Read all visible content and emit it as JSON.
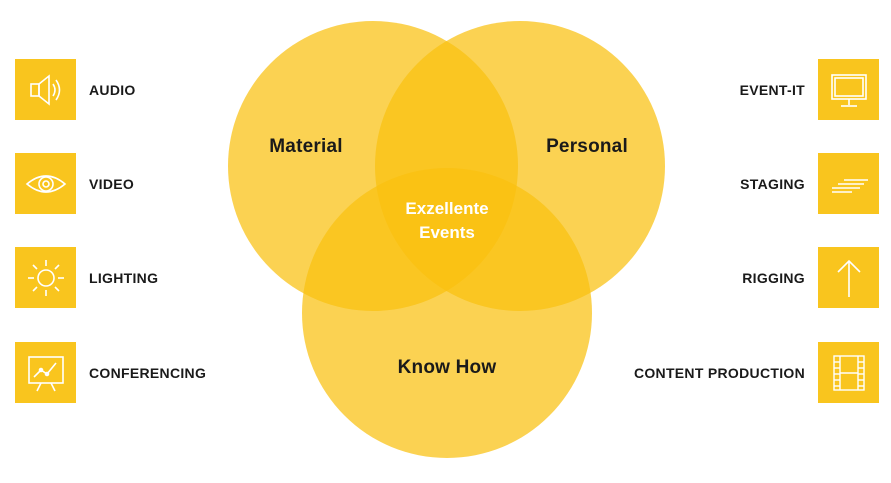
{
  "colors": {
    "circle_fill": "#f9c10f",
    "icon_box": "#f9c51e",
    "label_text": "#1a1a1a",
    "center_text": "#ffffff"
  },
  "venn": {
    "circles": [
      {
        "label": "Material"
      },
      {
        "label": "Personal"
      },
      {
        "label": "Know How"
      }
    ],
    "center": {
      "line1": "Exzellente",
      "line2": "Events"
    }
  },
  "services_left": [
    {
      "label": "AUDIO",
      "icon": "speaker-icon"
    },
    {
      "label": "VIDEO",
      "icon": "eye-icon"
    },
    {
      "label": "LIGHTING",
      "icon": "sun-icon"
    },
    {
      "label": "CONFERENCING",
      "icon": "presentation-chart-icon"
    }
  ],
  "services_right": [
    {
      "label": "EVENT-IT",
      "icon": "monitor-icon"
    },
    {
      "label": "STAGING",
      "icon": "stage-lines-icon"
    },
    {
      "label": "RIGGING",
      "icon": "up-arrow-icon"
    },
    {
      "label": "CONTENT PRODUCTION",
      "icon": "film-strip-icon"
    }
  ]
}
